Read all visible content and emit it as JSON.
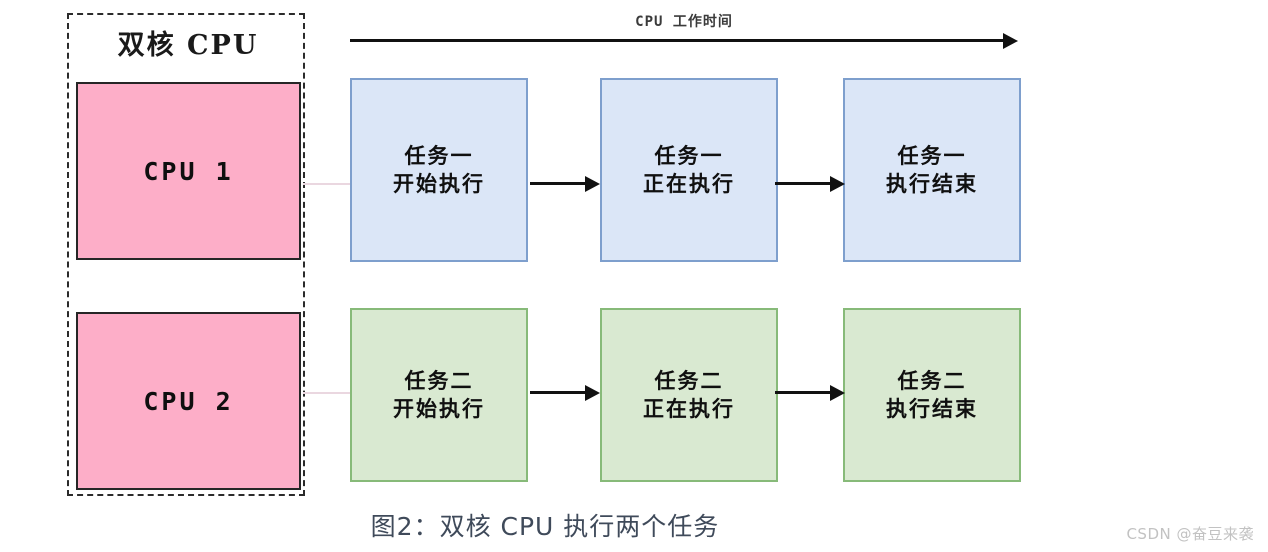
{
  "figure": {
    "caption": "图2：双核 CPU 执行两个任务",
    "watermark": "CSDN @奋豆来袭"
  },
  "timeline": {
    "label": "CPU 工作时间",
    "arrow_icon": "arrow-right-icon"
  },
  "cpu_group": {
    "title": "双核 CPU",
    "cores": [
      {
        "label": "CPU 1"
      },
      {
        "label": "CPU 2"
      }
    ]
  },
  "rows": [
    {
      "core": "CPU 1",
      "color": "#dbe6f7",
      "border_color": "#7e9fcd",
      "stages": [
        {
          "line1": "任务一",
          "line2": "开始执行"
        },
        {
          "line1": "任务一",
          "line2": "正在执行"
        },
        {
          "line1": "任务一",
          "line2": "执行结束"
        }
      ]
    },
    {
      "core": "CPU 2",
      "color": "#d9e9d1",
      "border_color": "#87ba79",
      "stages": [
        {
          "line1": "任务二",
          "line2": "开始执行"
        },
        {
          "line1": "任务二",
          "line2": "正在执行"
        },
        {
          "line1": "任务二",
          "line2": "执行结束"
        }
      ]
    }
  ],
  "colors": {
    "cpu_fill": "#fdaec8",
    "cpu_border": "#262626",
    "blue_fill": "#dbe6f7",
    "blue_border": "#7e9fcd",
    "green_fill": "#d9e9d1",
    "green_border": "#87ba79",
    "connector": "#ead7e0",
    "arrow": "#111111",
    "caption": "#3f4a5a",
    "watermark": "#c2c2c2",
    "background": "#ffffff"
  }
}
